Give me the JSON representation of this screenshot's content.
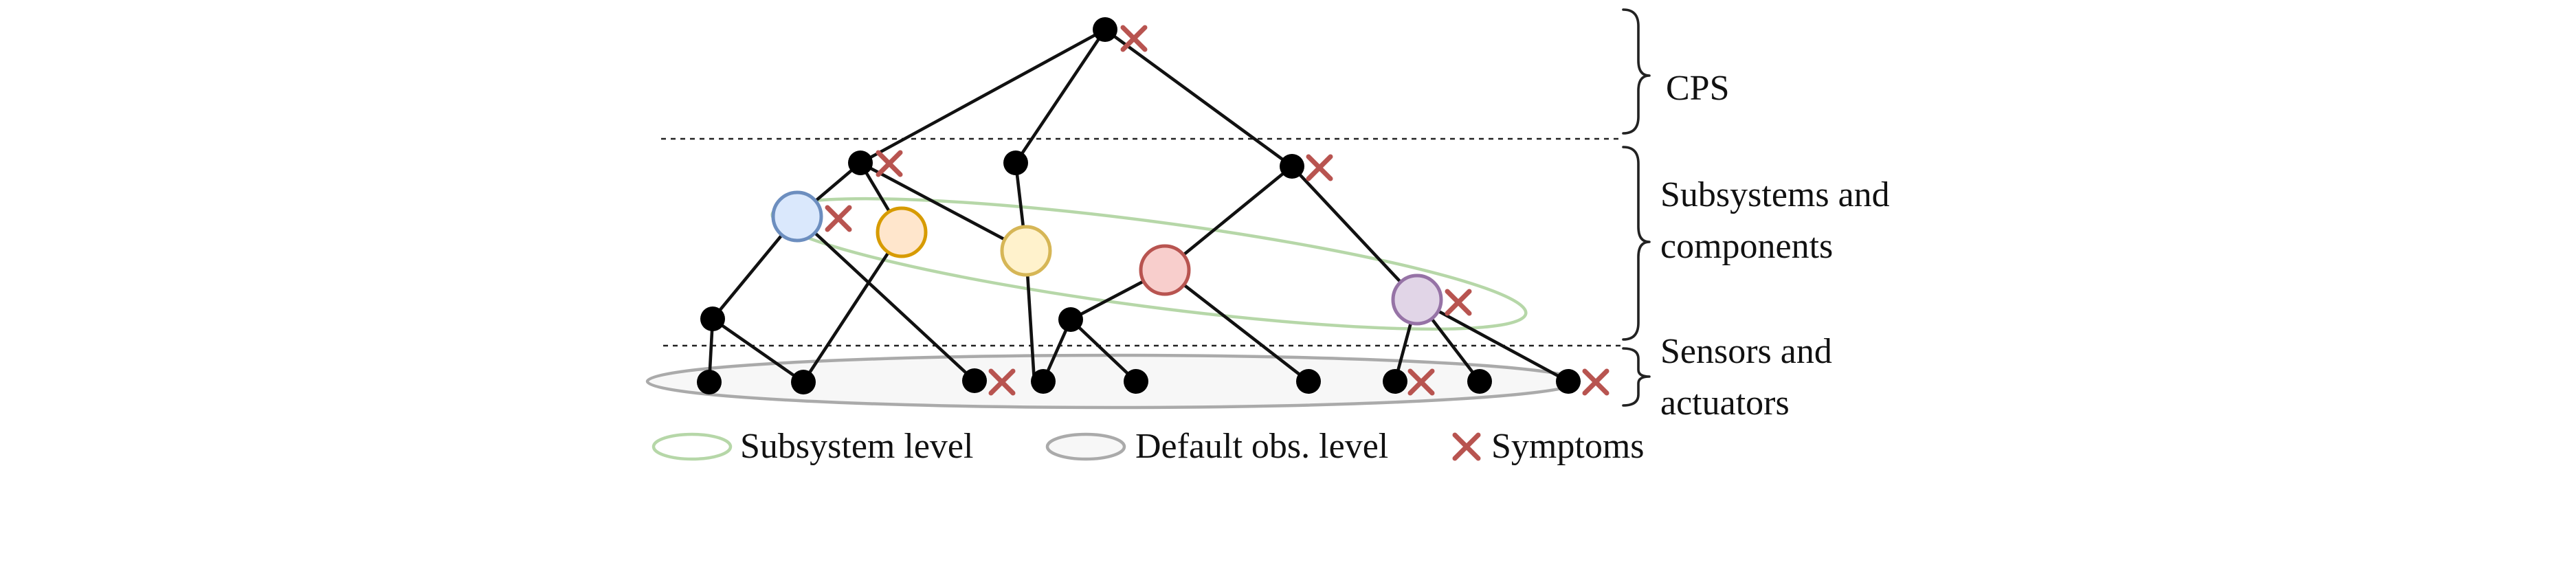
{
  "layers": {
    "cps": {
      "label_lines": [
        "CPS"
      ]
    },
    "subsystems": {
      "label_lines": [
        "Subsystems and",
        "components"
      ]
    },
    "sensors": {
      "label_lines": [
        "Sensors and",
        "actuators"
      ]
    }
  },
  "legend": {
    "subsystem_level": "Subsystem level",
    "default_obs_level": "Default obs. level",
    "symptoms": "Symptoms"
  },
  "colors": {
    "edge": "#111111",
    "node": "#000000",
    "symptom_cross": "#b85450",
    "subsystem_ellipse": "#b6d7a8",
    "default_ellipse_stroke": "#aaaaaa",
    "default_ellipse_fill": "#f7f7f7",
    "component_blue_fill": "#dae8fc",
    "component_blue_stroke": "#6c8ebf",
    "component_orange_fill": "#ffe6cc",
    "component_orange_stroke": "#d79b00",
    "component_yellow_fill": "#fff2cc",
    "component_yellow_stroke": "#d6b656",
    "component_red_fill": "#f8cecc",
    "component_red_stroke": "#b85450",
    "component_purple_fill": "#e1d5e7",
    "component_purple_stroke": "#9673a6"
  }
}
